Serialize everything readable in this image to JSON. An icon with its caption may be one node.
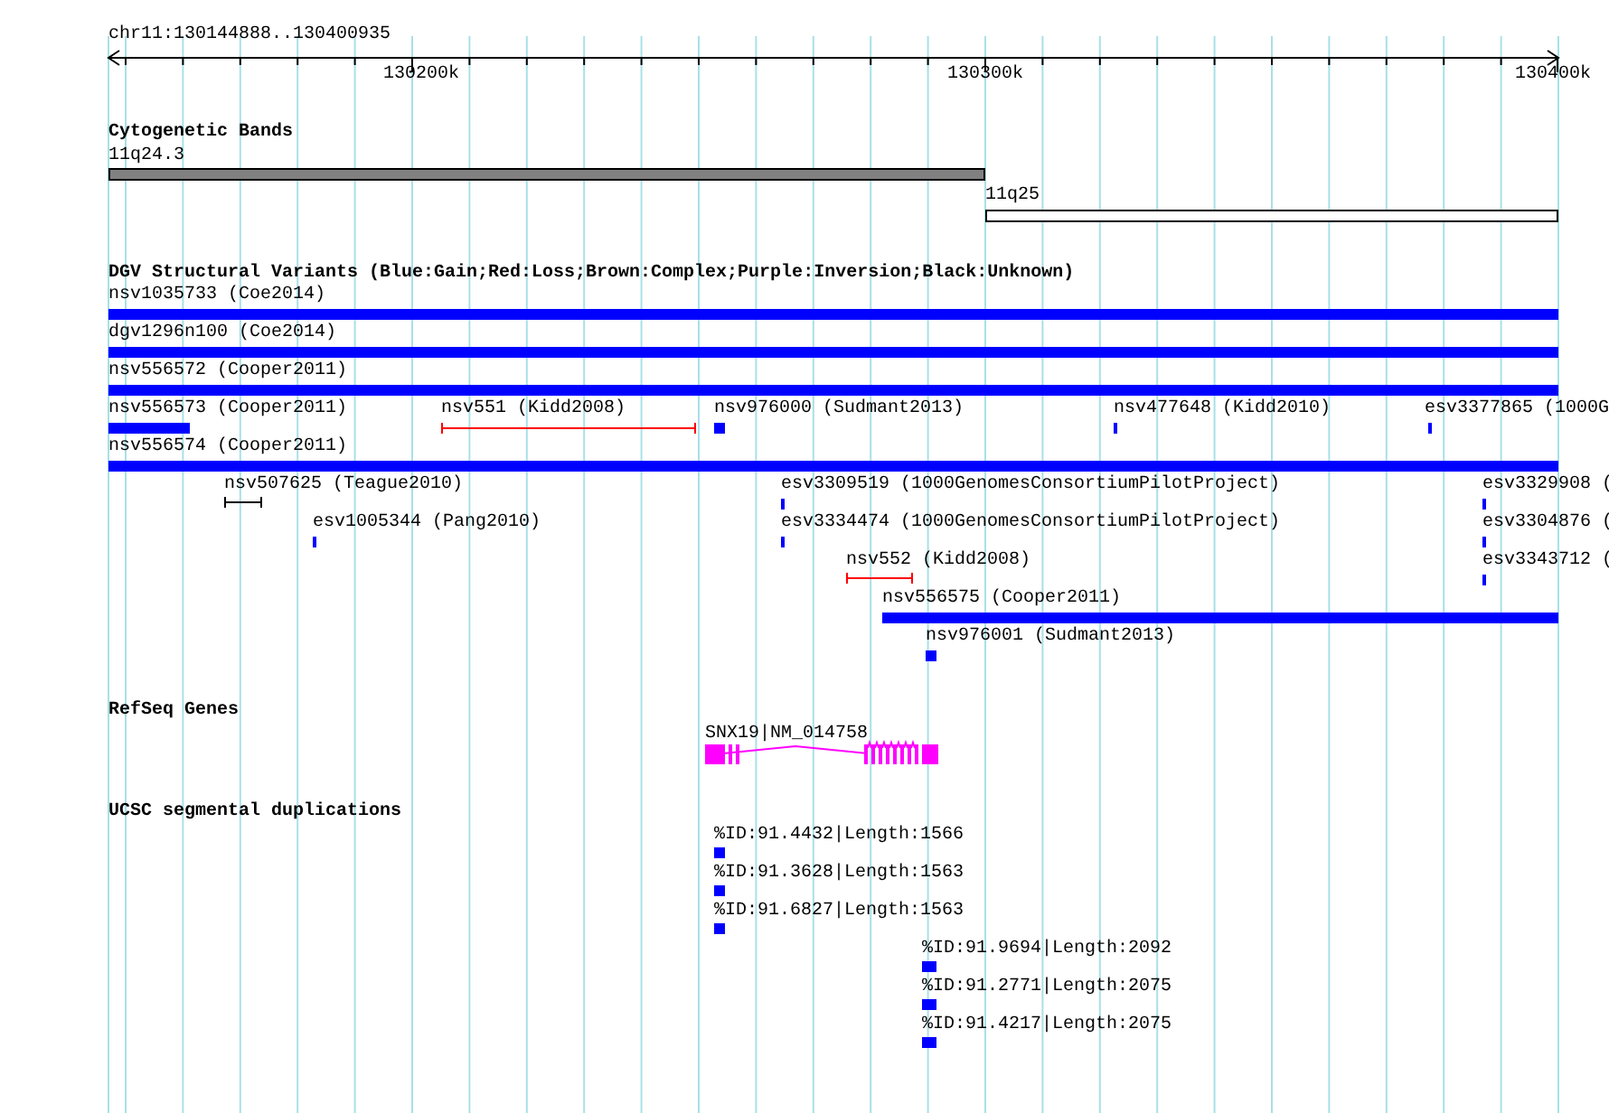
{
  "diagram": {
    "labels": [
      "chr11:130144888..130400935",
      "130200k",
      "130300k",
      "130400k",
      "Cytogenetic Bands",
      "11q24.3",
      "11q25",
      "DGV Structural Variants (Blue:Gain;Red:Loss;Brown:Complex;Purple:Inversion;Black:Unknown)",
      "nsv1035733 (Coe2014)",
      "dgv1296n100 (Coe2014)",
      "nsv556572 (Cooper2011)",
      "nsv556573 (Cooper2011)",
      "nsv551 (Kidd2008)",
      "nsv976000 (Sudmant2013)",
      "nsv477648 (Kidd2010)",
      "esv3377865 (1000G",
      "nsv556574 (Cooper2011)",
      "nsv507625 (Teague2010)",
      "esv3309519 (1000GenomesConsortiumPilotProject)",
      "esv3329908 (",
      "esv1005344 (Pang2010)",
      "esv3334474 (1000GenomesConsortiumPilotProject)",
      "esv3304876 (",
      "nsv552 (Kidd2008)",
      "esv3343712 (",
      "nsv556575 (Cooper2011)",
      "nsv976001 (Sudmant2013)",
      "RefSeq Genes",
      "SNX19|NM_014758",
      "UCSC segmental duplications",
      "%ID:91.4432|Length:1566",
      "%ID:91.3628|Length:1563",
      "%ID:91.6827|Length:1563",
      "%ID:91.9694|Length:2092",
      "%ID:91.2771|Length:2075",
      "%ID:91.4217|Length:2075"
    ]
  }
}
